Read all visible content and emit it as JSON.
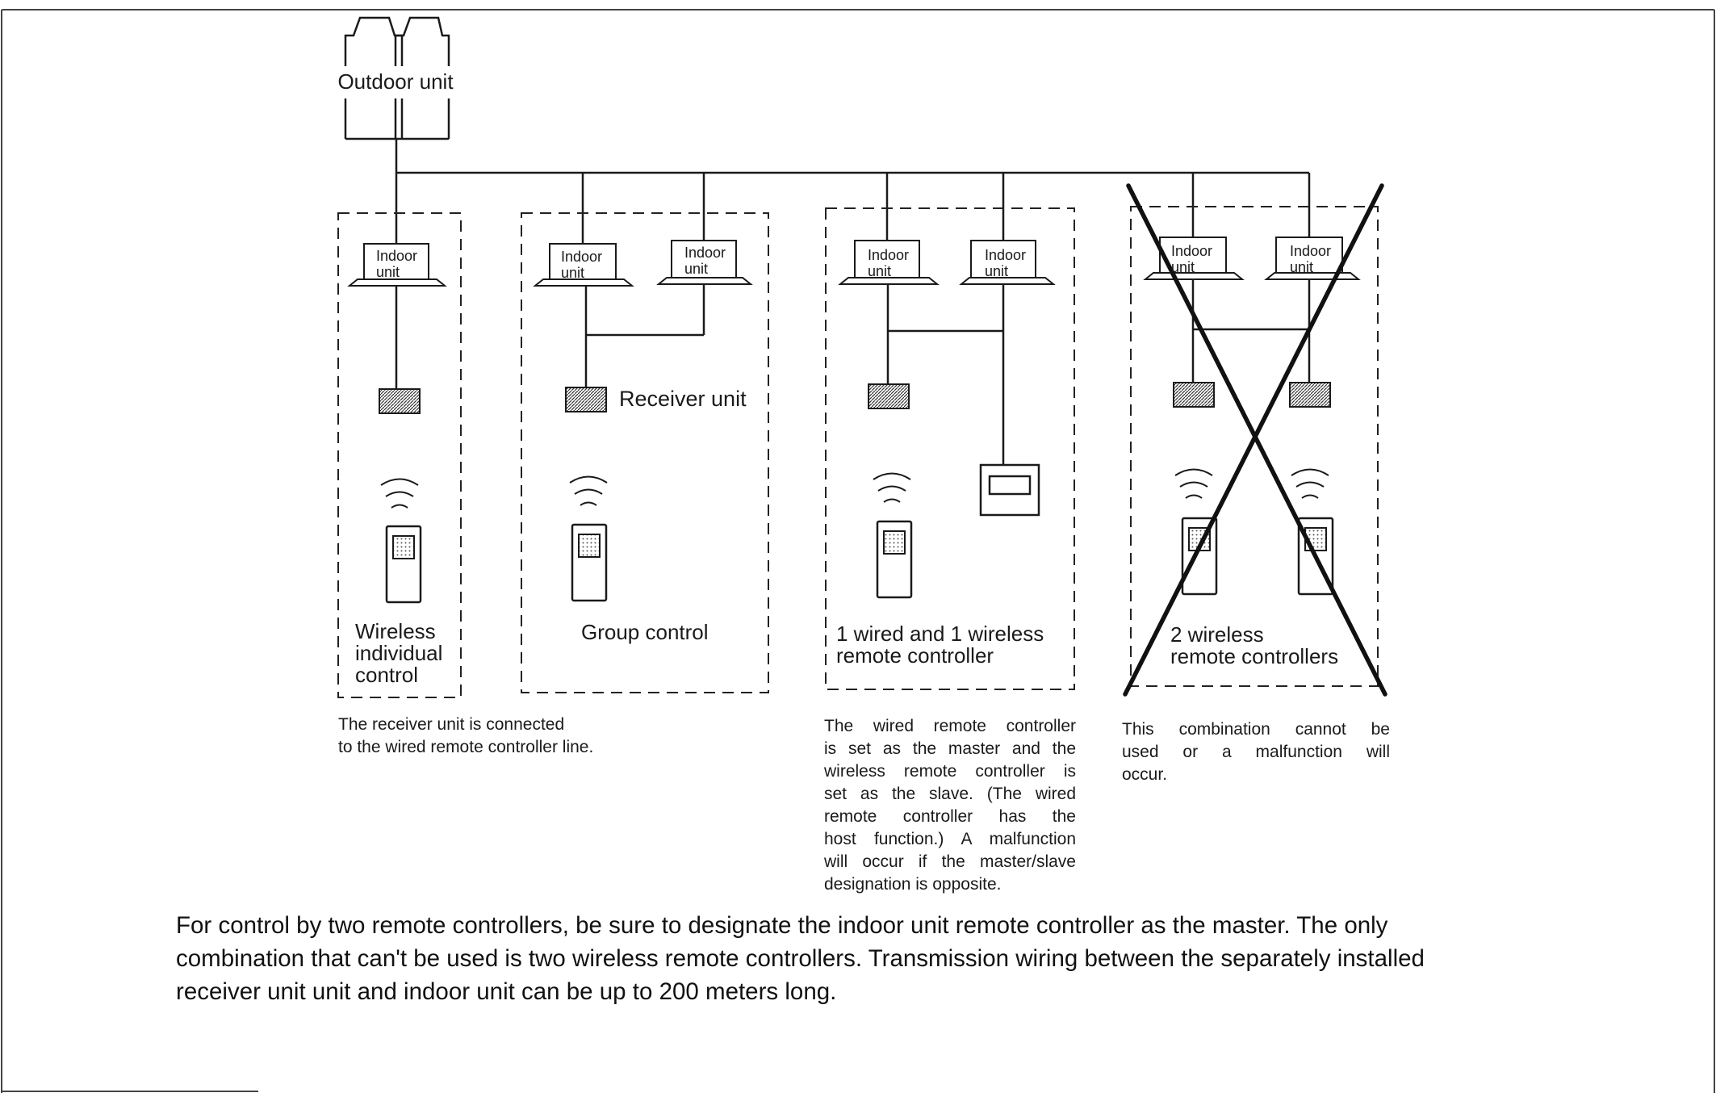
{
  "diagram": {
    "outdoor_unit_label": "Outdoor unit",
    "indoor_unit_label_line1": "Indoor",
    "indoor_unit_label_line2": "unit",
    "receiver_unit_label": "Receiver unit",
    "panels": [
      {
        "id": "wireless-individual",
        "title_lines": [
          "Wireless",
          "individual",
          "control"
        ],
        "allowed": true
      },
      {
        "id": "group-control",
        "title_lines": [
          "Group control"
        ],
        "allowed": true
      },
      {
        "id": "wired-and-wireless",
        "title_lines": [
          "1 wired and 1 wireless",
          "remote controller"
        ],
        "allowed": true
      },
      {
        "id": "two-wireless",
        "title_lines": [
          "2 wireless",
          "remote controllers"
        ],
        "allowed": false
      }
    ]
  },
  "notes": {
    "receiver_note": [
      "The receiver unit is connected",
      "to the wired remote controller line."
    ],
    "master_slave_note": [
      "The wired remote controller",
      "is set as the master and the",
      "wireless remote controller is",
      "set as the slave. (The wired",
      "remote controller has the",
      "host function.) A malfunction",
      "will occur if the master/slave",
      "designation is opposite."
    ],
    "invalid_note": [
      "This combination cannot be",
      "used or a malfunction will",
      "occur."
    ]
  },
  "bottom_text": [
    "For control by two remote controllers, be sure to designate the indoor unit remote controller as the master. The only",
    "combination that can't be used is two wireless remote controllers. Transmission wiring between the separately installed",
    "receiver unit unit and indoor unit can be up to 200 meters long."
  ]
}
